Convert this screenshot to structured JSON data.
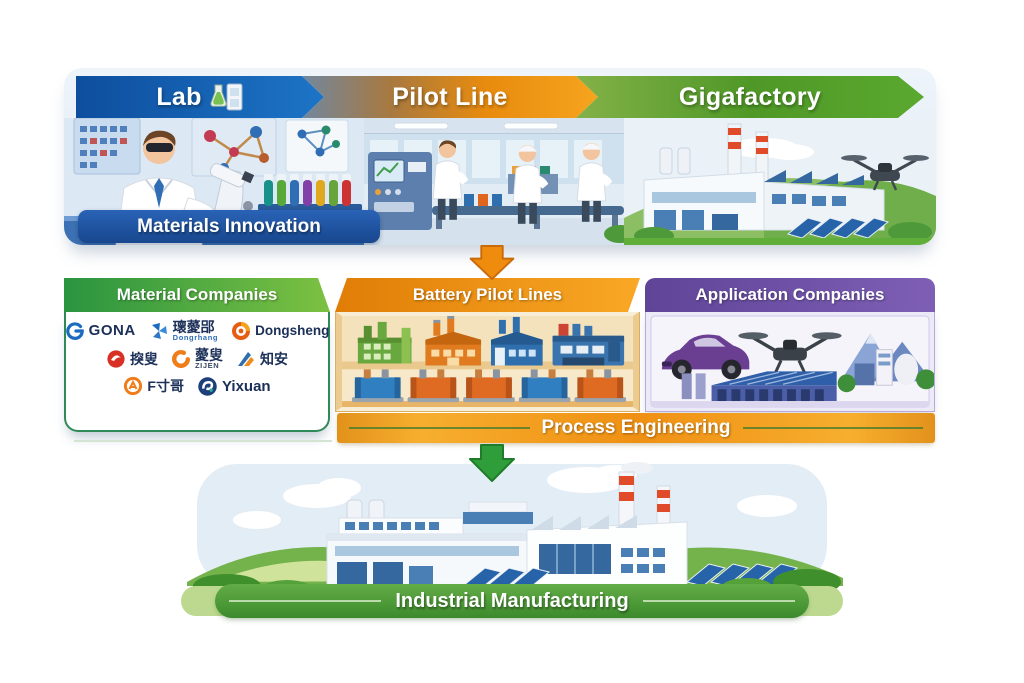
{
  "pipeline": {
    "stages": [
      {
        "label": "Lab",
        "color": "#1565b8"
      },
      {
        "label": "Pilot Line",
        "color": "#ee8e0a"
      },
      {
        "label": "Gigafactory",
        "color": "#55a22e"
      }
    ],
    "caption": "Materials Innovation",
    "caption_color": "#1d4f9f"
  },
  "flow_arrows": [
    {
      "name": "top-to-middle",
      "color": "#ef8c0e"
    },
    {
      "name": "middle-to-bottom",
      "color": "#2f9e3a"
    }
  ],
  "middle": {
    "panels": [
      {
        "title": "Material Companies",
        "header_color": "#3fa239"
      },
      {
        "title": "Battery Pilot Lines",
        "header_color": "#ee8e0a"
      },
      {
        "title": "Application Companies",
        "header_color": "#6f54a8"
      }
    ],
    "caption": "Process Engineering",
    "material_logos": [
      {
        "label": "GONA",
        "sub": "",
        "icon": "g-ring-icon"
      },
      {
        "label": "瓌薆郘",
        "sub": "Dongrhang",
        "icon": "blue-pinwheel-icon"
      },
      {
        "label": "Dongsheng",
        "sub": "",
        "icon": "orange-swirl-icon"
      },
      {
        "label": "揬叟",
        "sub": "",
        "icon": "red-swirl-icon"
      },
      {
        "label": "薆叟",
        "sub": "ZIJEN",
        "icon": "orange-ring-icon"
      },
      {
        "label": "知安",
        "sub": "",
        "icon": "blue-orange-angle-icon"
      },
      {
        "label": "F寸哥",
        "sub": "",
        "icon": "orange-a-ring-icon"
      },
      {
        "label": "Yixuan",
        "sub": "",
        "icon": "navy-swirl-icon"
      }
    ]
  },
  "bottom": {
    "caption": "Industrial Manufacturing",
    "banner_color": "#3f9033"
  }
}
